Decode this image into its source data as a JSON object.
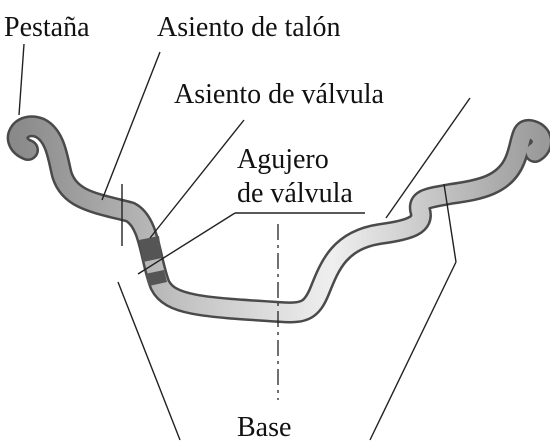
{
  "labels": {
    "flange": "Pestaña",
    "bead_seat": "Asiento de talón",
    "valve_seat": "Asiento de válvula",
    "valve_hole_line1": "Agujero",
    "valve_hole_line2": "de válvula",
    "base": "Base"
  },
  "colors": {
    "rim_outline": "#4a4a4a",
    "rim_fill_dark": "#8e8e8e",
    "rim_fill_light": "#ececec",
    "leader": "#222222",
    "valve_band": "#555555"
  }
}
